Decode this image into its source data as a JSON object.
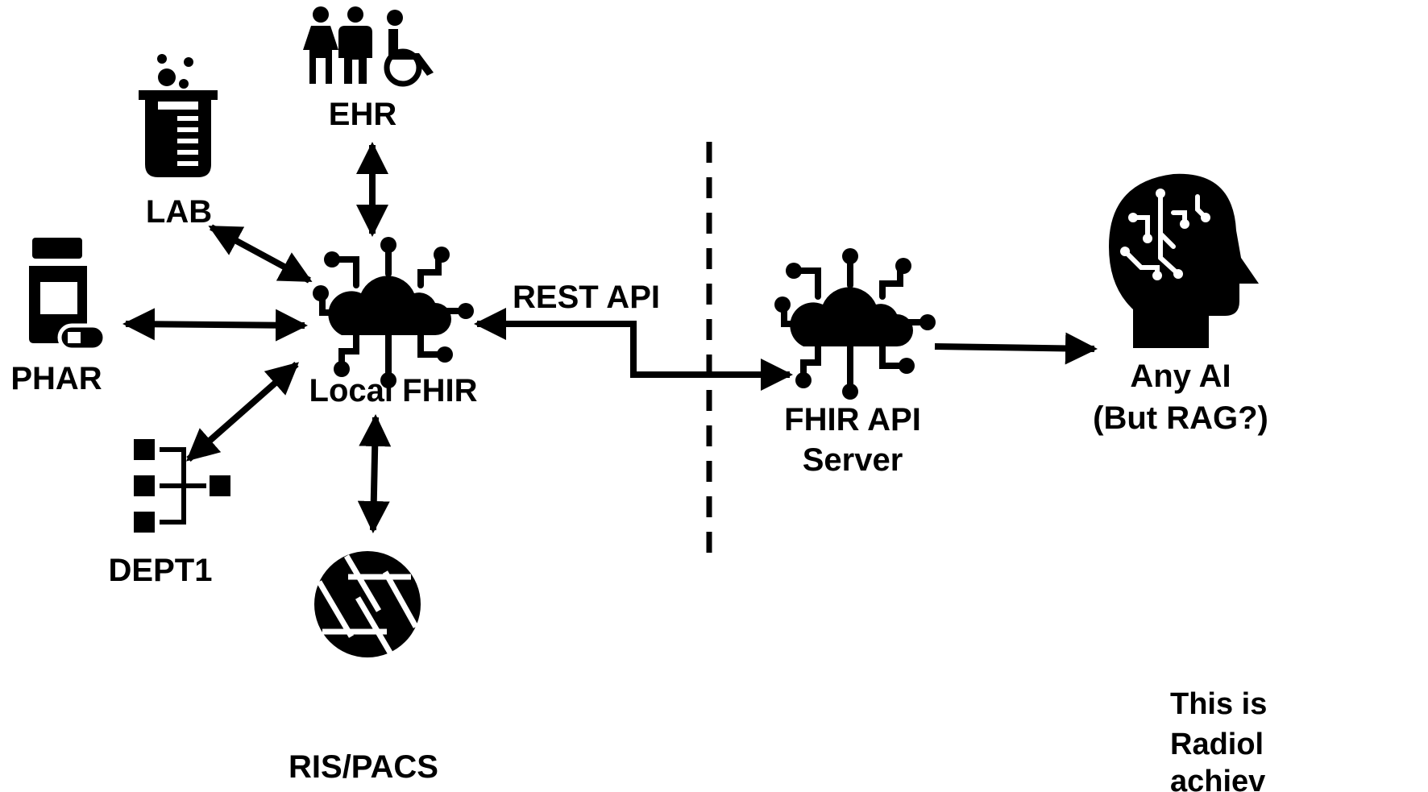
{
  "nodes": {
    "ehr": {
      "label": "EHR",
      "icon": "people-wheelchair-icon"
    },
    "lab": {
      "label": "LAB",
      "icon": "beaker-icon"
    },
    "phar": {
      "label": "PHAR",
      "icon": "pill-bottle-icon"
    },
    "dept1": {
      "label": "DEPT1",
      "icon": "hierarchy-icon"
    },
    "ris_pacs": {
      "label": "RIS/PACS",
      "icon": "camera-aperture-icon"
    },
    "local_fhir": {
      "label": "Local FHIR",
      "icon": "cloud-network-icon"
    },
    "fhir_api_server": {
      "label_line1": "FHIR API",
      "label_line2": "Server",
      "icon": "cloud-network-icon"
    },
    "any_ai": {
      "label_line1": "Any AI",
      "label_line2": "(But RAG?)",
      "icon": "ai-brain-head-icon"
    }
  },
  "edges": {
    "rest_api_label": "REST API"
  },
  "note": {
    "line1": "This is",
    "line2": "Radiol",
    "line3": "achiev"
  },
  "colors": {
    "ink": "#000000",
    "background": "#ffffff"
  }
}
